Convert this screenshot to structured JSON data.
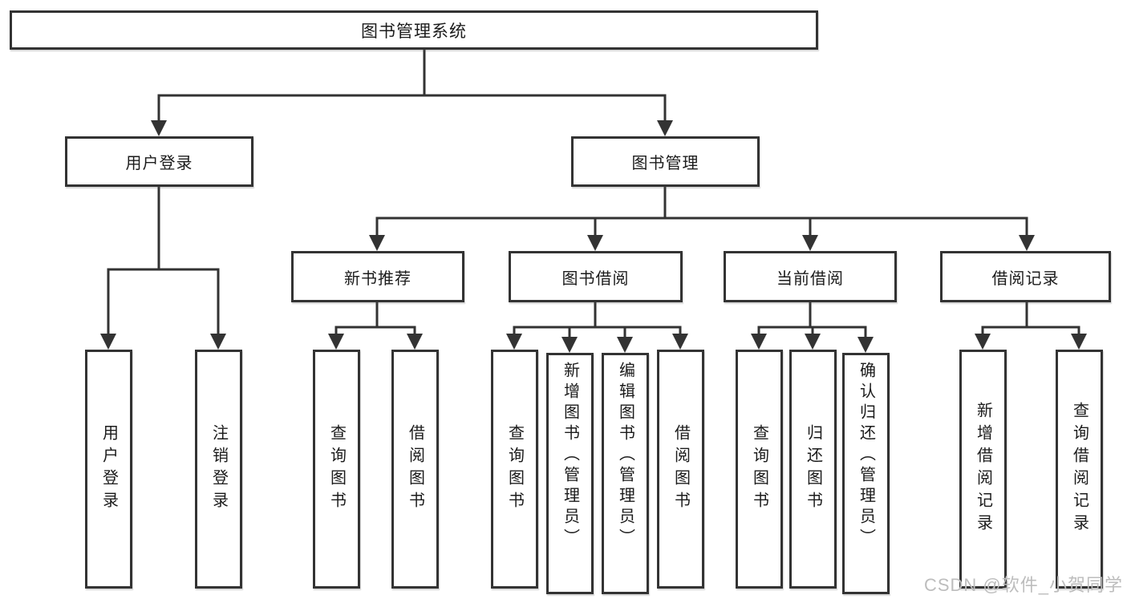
{
  "diagram": {
    "type": "hierarchy-tree",
    "watermark": "CSDN @软件_小贺同学",
    "colors": {
      "background": "#ffffff",
      "line": "#333333",
      "box_border": "#333333",
      "box_fill": "#ffffff",
      "text": "#1b1b1b",
      "watermark": "#bdbdbd"
    },
    "tree": {
      "root": {
        "label": "图书管理系统",
        "children": [
          {
            "label": "用户登录",
            "children": [
              {
                "label": "用户登录"
              },
              {
                "label": "注销登录"
              }
            ]
          },
          {
            "label": "图书管理",
            "children": [
              {
                "label": "新书推荐",
                "children": [
                  {
                    "label": "查询图书"
                  },
                  {
                    "label": "借阅图书"
                  }
                ]
              },
              {
                "label": "图书借阅",
                "children": [
                  {
                    "label": "查询图书"
                  },
                  {
                    "label": "新增图书（管理员）"
                  },
                  {
                    "label": "编辑图书（管理员）"
                  },
                  {
                    "label": "借阅图书"
                  }
                ]
              },
              {
                "label": "当前借阅",
                "children": [
                  {
                    "label": "查询图书"
                  },
                  {
                    "label": "归还图书"
                  },
                  {
                    "label": "确认归还（管理员）"
                  }
                ]
              },
              {
                "label": "借阅记录",
                "children": [
                  {
                    "label": "新增借阅记录"
                  },
                  {
                    "label": "查询借阅记录"
                  }
                ]
              }
            ]
          }
        ]
      }
    }
  }
}
